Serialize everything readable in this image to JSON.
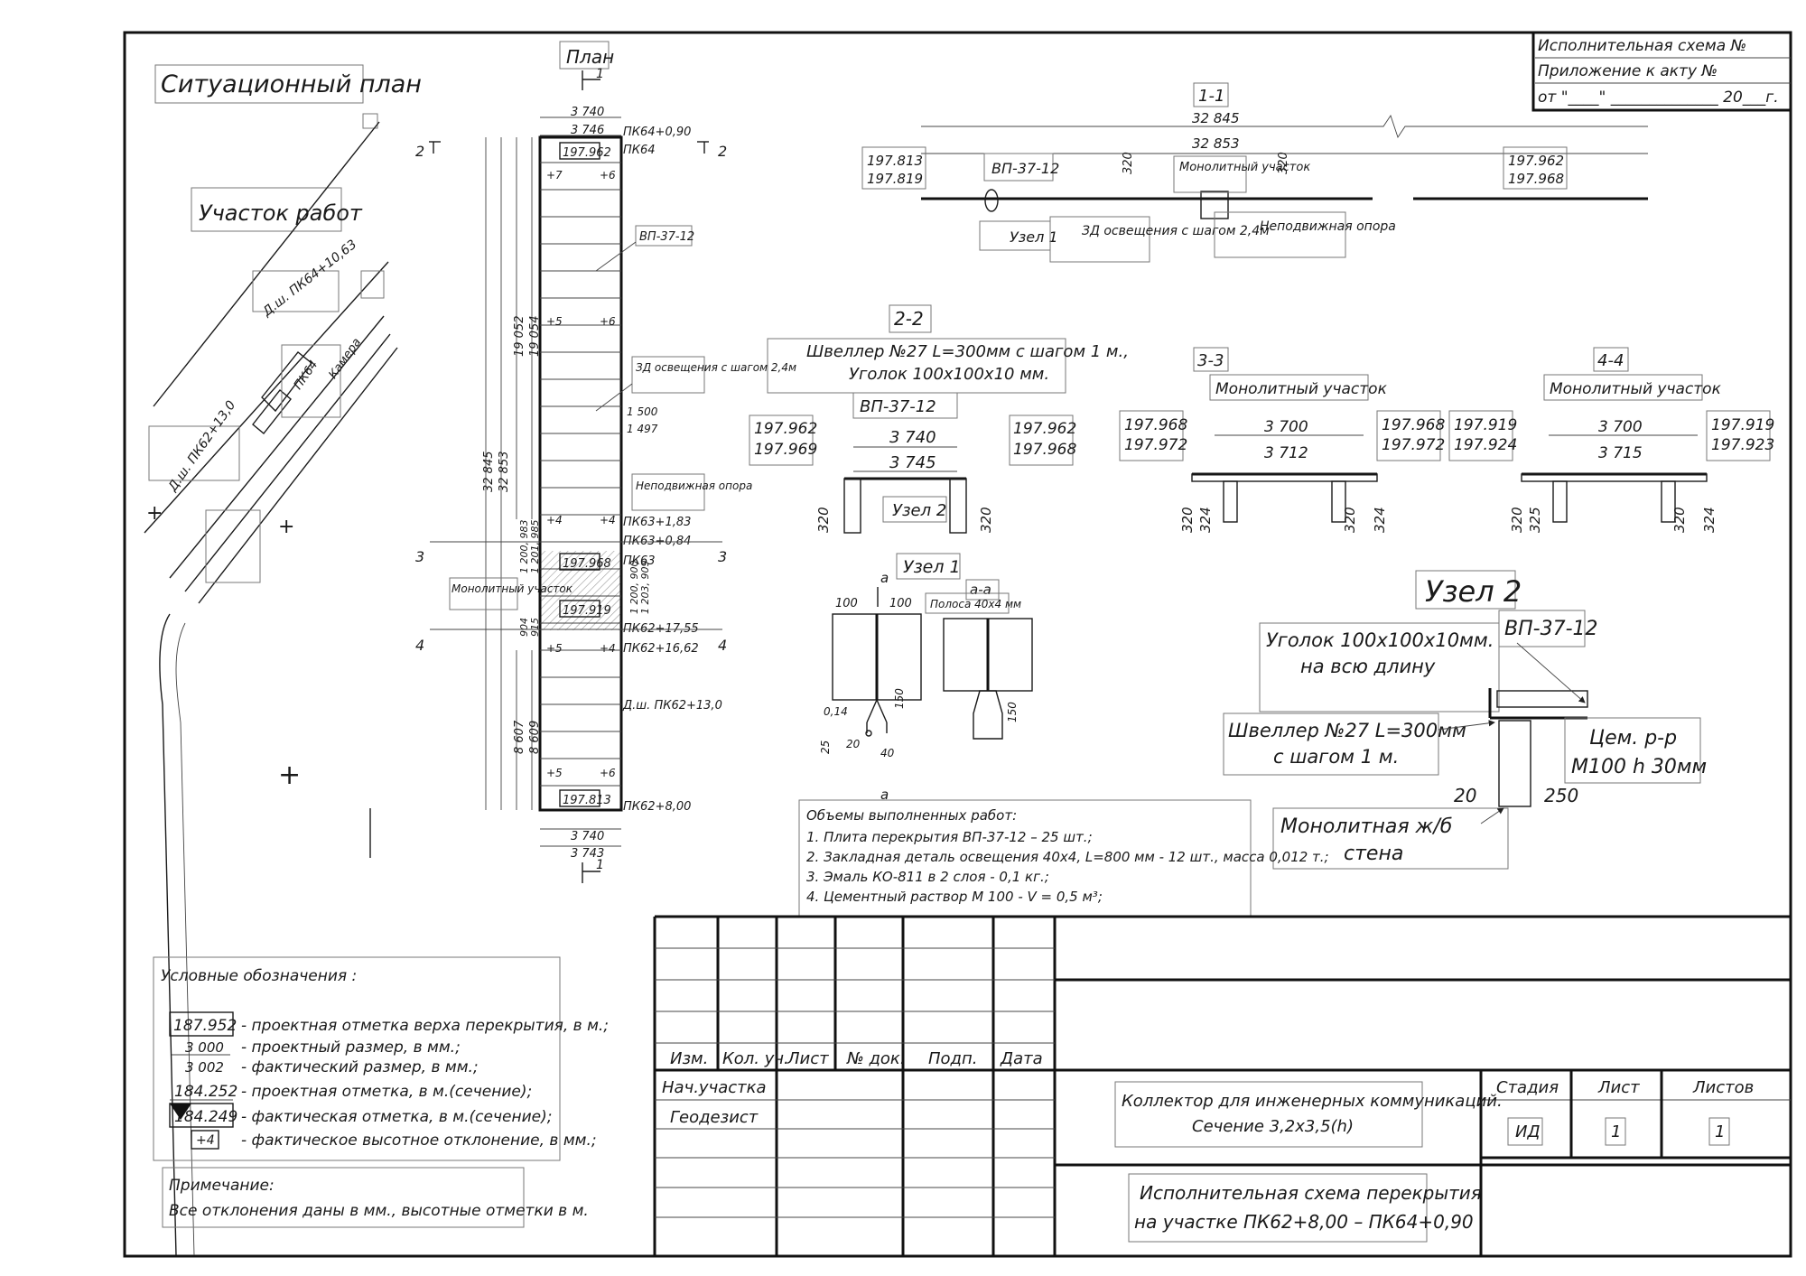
{
  "stamp": {
    "line1": "Исполнительная схема №",
    "line2": "Приложение к акту №",
    "line3": "от \"____\" ______________ 20___г."
  },
  "site_plan": {
    "title": "Ситуационный план",
    "work_area": "Участок работ",
    "label_a": "Д.ш. ПК64+10,63",
    "label_b": "Д.ш. ПК62+13,0",
    "label_c": "ПК64",
    "label_d": "Камера"
  },
  "plan": {
    "title": "План",
    "section_mark": "1",
    "dims_top": [
      "3 740",
      "3 746"
    ],
    "dims_bottom": [
      "3 740",
      "3 743"
    ],
    "pk_labels": [
      "ПК64+0,90",
      "ПК64",
      "ПК63+1,83",
      "ПК63+0,84",
      "ПК63",
      "ПК62+17,55",
      "ПК62+16,62",
      "Д.ш. ПК62+13,0",
      "ПК62+8,00"
    ],
    "elevations": [
      "197.962",
      "197.968",
      "197.919",
      "197.813"
    ],
    "deviations_left": [
      "+7",
      "+5",
      "+4",
      "+5",
      "+5"
    ],
    "deviations_right": [
      "+6",
      "+6",
      "+4",
      "+4",
      "+6"
    ],
    "long_dims": [
      "32 845",
      "32 853",
      "19 052",
      "19 054",
      "8 607",
      "8 609"
    ],
    "mid_dims": [
      "1 200, 983",
      "1 201, 985",
      "1 200, 900",
      "1 203, 909",
      "904",
      "915"
    ],
    "callout_vp": "ВП-37-12",
    "callout_zd": "ЗД освещения с шагом 2,4м",
    "dim_1500": "1 500",
    "dim_1497": "1 497",
    "callout_fixed": "Неподвижная опора",
    "callout_mono": "Монолитный участок",
    "sec2": "2",
    "sec3": "3",
    "sec4": "4"
  },
  "section11": {
    "title": "1-1",
    "dim_top": "32 845",
    "dim_top2": "32 853",
    "elev_left": [
      "197.813",
      "197.819"
    ],
    "elev_right": [
      "197.962",
      "197.968"
    ],
    "vp": "ВП-37-12",
    "mono": "Монолитный участок",
    "d320a": "320",
    "d320b": "320",
    "node1": "Узел 1",
    "zd": "ЗД освещения с шагом 2,4м",
    "fixed": "Неподвижная опора"
  },
  "section22": {
    "title": "2-2",
    "channel": "Швеллер №27 L=300мм с шагом 1 м.,",
    "angle": "Уголок 100х100х10 мм.",
    "vp": "ВП-37-12",
    "dim_a": "3 740",
    "dim_b": "3 745",
    "elev_left": [
      "197.962",
      "197.969"
    ],
    "elev_right": [
      "197.962",
      "197.968"
    ],
    "node2": "Узел 2",
    "d320l": "320",
    "d320r": "320"
  },
  "section33": {
    "title": "3-3",
    "mono": "Монолитный участок",
    "dim_a": "3 700",
    "dim_b": "3 712",
    "elev_left": [
      "197.968",
      "197.972"
    ],
    "elev_right": [
      "197.968",
      "197.972"
    ],
    "dims_bottom": [
      "320",
      "324",
      "320",
      "324"
    ]
  },
  "section44": {
    "title": "4-4",
    "mono": "Монолитный участок",
    "dim_a": "3 700",
    "dim_b": "3 715",
    "elev_left": [
      "197.919",
      "197.924"
    ],
    "elev_right": [
      "197.919",
      "197.923"
    ],
    "dims_bottom": [
      "320",
      "325",
      "320",
      "324"
    ]
  },
  "node1": {
    "title": "Узел 1",
    "aa": "а-а",
    "a_top": "а",
    "a_bottom": "а",
    "strip": "Полоса 40х4 мм",
    "d100a": "100",
    "d100b": "100",
    "d150a": "150",
    "d150b": "150",
    "d014": "0,14",
    "d25": "25",
    "d20": "20",
    "d40": "40"
  },
  "node2": {
    "title": "Узел 2",
    "angle1": "Уголок 100х100х10мм.",
    "angle2": "на всю длину",
    "vp": "ВП-37-12",
    "ch1": "Швеллер №27 L=300мм",
    "ch2": "с шагом 1 м.",
    "mortar1": "Цем. р-р",
    "mortar2": "М100 h 30мм",
    "d20": "20",
    "d250": "250",
    "wall1": "Монолитная ж/б",
    "wall2": "стена"
  },
  "volumes": {
    "title": "Объемы выполненных работ:",
    "items": [
      "1.   Плита перекрытия ВП-37-12 – 25 шт.;",
      "2.   Закладная деталь освещения 40х4, L=800 мм - 12 шт., масса 0,012 т.;",
      "3.   Эмаль КО-811 в 2 слоя -   0,1 кг.;",
      "4.   Цементный раствор М 100 -  V = 0,5 м³;"
    ]
  },
  "legend": {
    "title": "Условные обозначения :",
    "design_elev": "187.952",
    "design_elev_text": "- проектная отметка верха перекрытия, в м.;",
    "design_size": "3 000",
    "design_size_text": "- проектный размер, в мм.;",
    "actual_size": "3 002",
    "actual_size_text": "- фактический размер, в мм.;",
    "sect_elev": "184.252",
    "sect_elev_text": "- проектная отметка, в м.(сечение);",
    "fact_elev": "184.249",
    "fact_elev_text": "- фактическая отметка, в м.(сечение);",
    "dev": "+4",
    "dev_text": "- фактическое высотное отклонение, в мм.;"
  },
  "note": {
    "title": "Примечание:",
    "text": "Все отклонения даны в мм., высотные отметки в м."
  },
  "titleblock": {
    "cols": [
      "Изм.",
      "Кол. уч.",
      "Лист",
      "№ док.",
      "Подп.",
      "Дата"
    ],
    "role1": "Нач.участка",
    "role2": "Геодезист",
    "project1": "Коллектор для инженерных коммуникаций.",
    "project2": "Сечение 3,2х3,5(h)",
    "sheet_title1": "Исполнительная схема перекрытия",
    "sheet_title2": "на участке  ПК62+8,00  –  ПК64+0,90",
    "stage_h": "Стадия",
    "sheet_h": "Лист",
    "sheets_h": "Листов",
    "stage_v": "ИД",
    "sheet_v": "1",
    "sheets_v": "1"
  }
}
